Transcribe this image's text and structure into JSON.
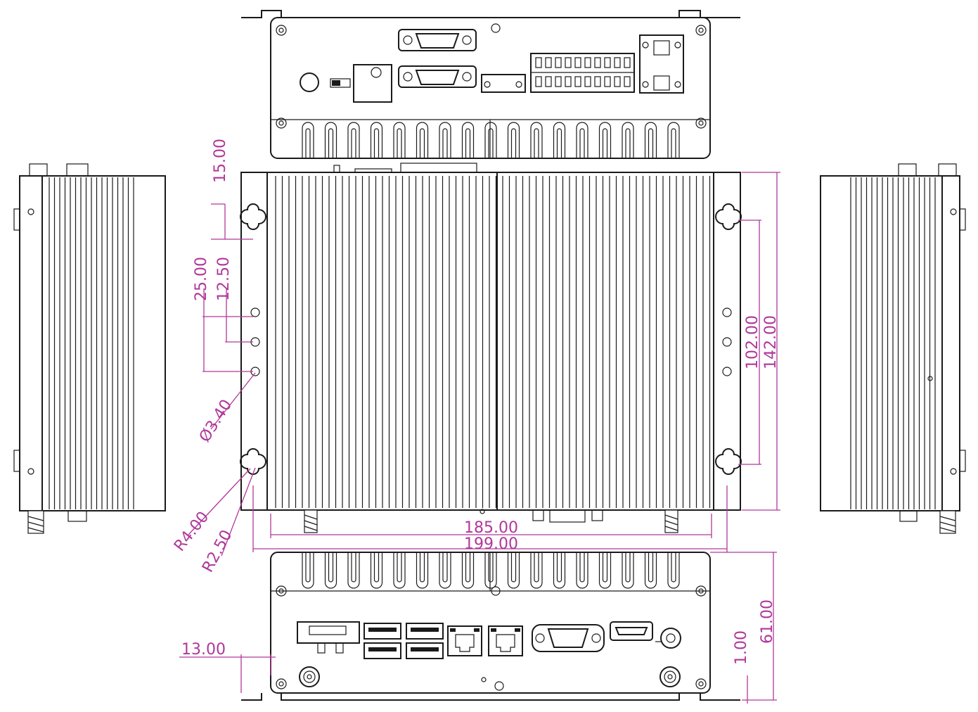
{
  "drawing": {
    "colors": {
      "line": "#1a1a1a",
      "dimension": "#b0389a",
      "background": "#ffffff"
    },
    "dimensions": {
      "mount_slot_height": "15.00",
      "hole_spacing_outer": "25.00",
      "hole_spacing_inner": "12.50",
      "hole_diameter": "Ø3.40",
      "slot_radius_outer": "R4.00",
      "slot_radius_inner": "R2.50",
      "inner_width": "185.00",
      "overall_width": "199.00",
      "hole_pitch_vertical": "102.00",
      "overall_depth": "142.00",
      "overall_height": "61.00",
      "bracket_thickness": "1.00",
      "bracket_offset": "13.00"
    }
  }
}
